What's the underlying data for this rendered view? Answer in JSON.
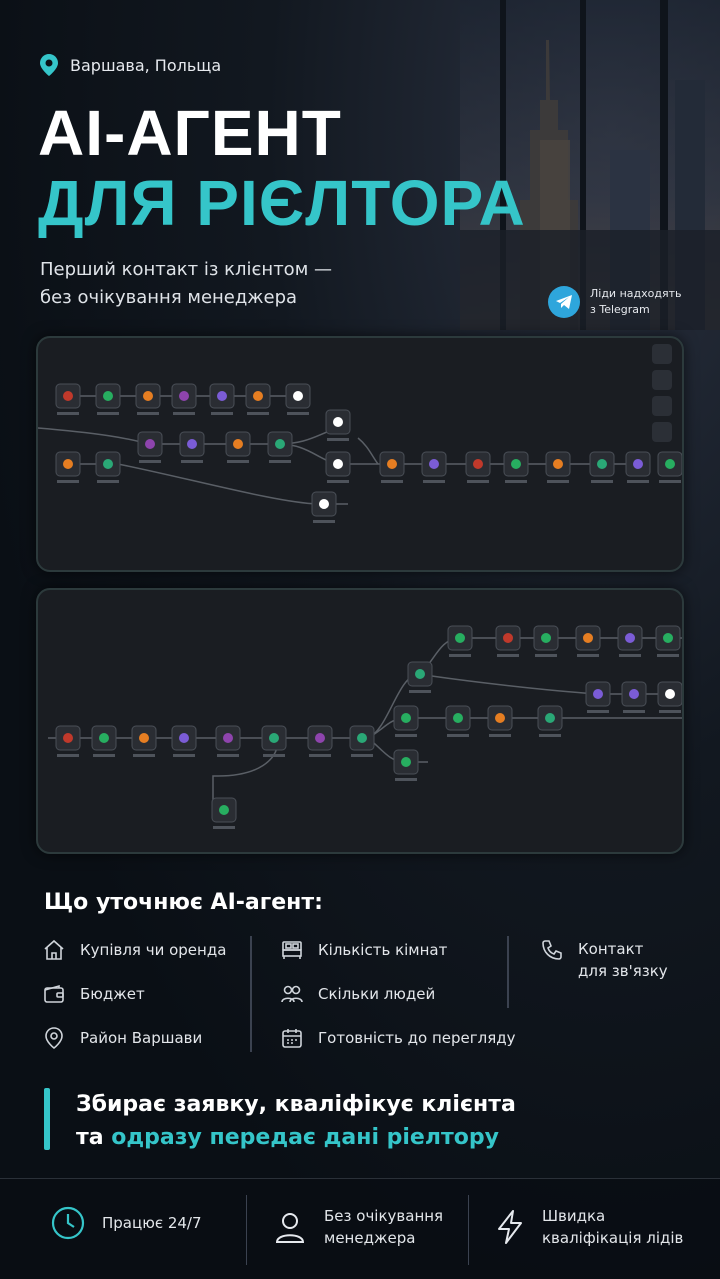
{
  "colors": {
    "accent": "#35c5c9",
    "telegram": "#2ea6dc",
    "background": "#0b1016"
  },
  "location": {
    "icon": "map-pin-icon",
    "text": "Варшава, Польща"
  },
  "hero": {
    "title_line1": "AI-АГЕНТ",
    "title_line2": "ДЛЯ РІЄЛТОРА",
    "subtitle_line1": "Перший контакт із клієнтом —",
    "subtitle_line2": "без очікування менеджера"
  },
  "telegram": {
    "icon": "telegram-icon",
    "line1": "Ліди надходять",
    "line2": "з Telegram"
  },
  "features": {
    "heading": "Що уточнює AI-агент:",
    "items": [
      {
        "icon": "house-icon",
        "label": "Купівля чи оренда"
      },
      {
        "icon": "wallet-icon",
        "label": "Бюджет"
      },
      {
        "icon": "location-icon",
        "label": "Район Варшави"
      },
      {
        "icon": "bed-icon",
        "label": "Кількість кімнат"
      },
      {
        "icon": "people-icon",
        "label": "Скільки людей"
      },
      {
        "icon": "calendar-icon",
        "label": "Готовність до перегляду"
      },
      {
        "icon": "phone-icon",
        "label": "Контакт",
        "label2": "для зв'язку"
      }
    ]
  },
  "callout": {
    "line1": "Збирає заявку, кваліфікує клієнта",
    "line2_prefix": "та ",
    "line2_accent": "одразу передає дані ріелтору"
  },
  "footer": [
    {
      "icon": "clock-icon",
      "line1": "Працює 24/7",
      "line2": ""
    },
    {
      "icon": "user-icon",
      "line1": "Без очікування",
      "line2": "менеджера"
    },
    {
      "icon": "lightning-icon",
      "line1": "Швидка",
      "line2": "кваліфікація лідів"
    }
  ]
}
